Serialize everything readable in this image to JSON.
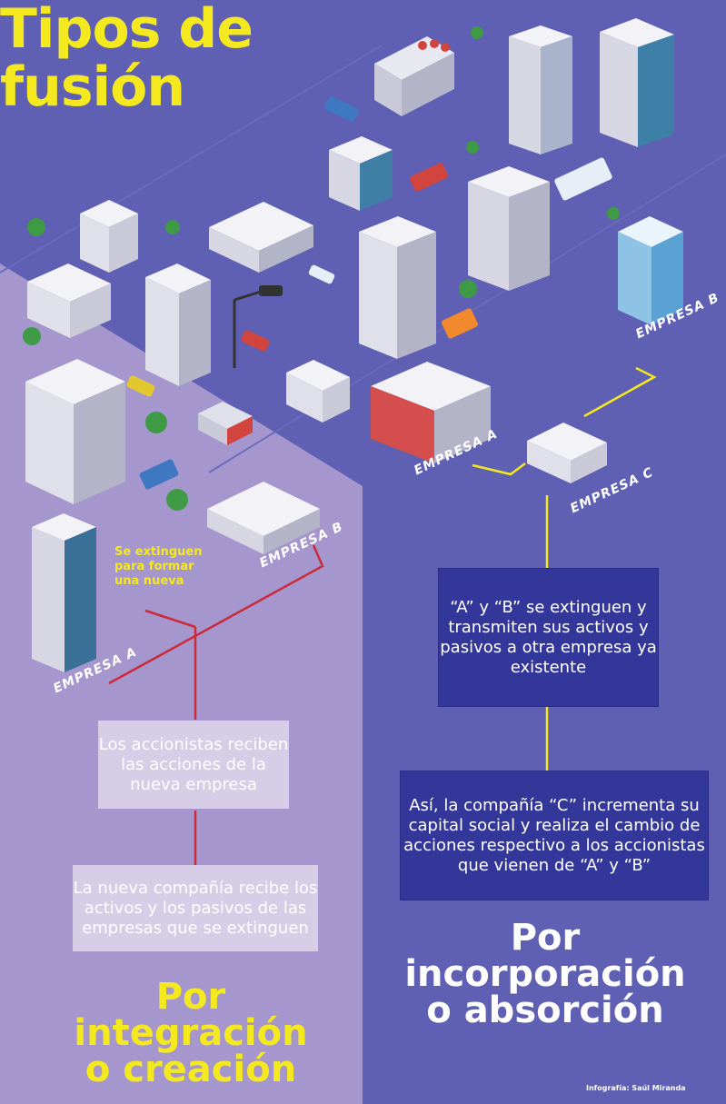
{
  "title": {
    "line1": "Tipos de",
    "line2": "fusión"
  },
  "colors": {
    "background": "#5f5fb3",
    "left_panel": "#a597cd",
    "accent_yellow": "#f4e81f",
    "red_line": "#cc2a3a",
    "dark_box": "#34379a",
    "light_box": "#d6cde6"
  },
  "left": {
    "empresa_a": "EMPRESA A",
    "empresa_b": "EMPRESA B",
    "note": "Se extinguen para formar una nueva",
    "box1": "Los accionistas reciben las acciones de la nueva empresa",
    "box2": "La nueva compañía recibe los activos y los pasivos de las empresas que se extinguen",
    "heading": {
      "line1": "Por",
      "line2": "integración",
      "line3": "o creación"
    }
  },
  "right": {
    "empresa_a": "EMPRESA A",
    "empresa_b": "EMPRESA B",
    "empresa_c": "EMPRESA C",
    "box1": "“A” y “B” se extinguen y transmiten sus activos y pasivos a otra empresa ya existente",
    "box2": "Así, la compañía “C” incrementa su capital social y realiza el cambio de acciones respectivo a los accionistas que vienen de “A” y “B”",
    "heading": {
      "line1": "Por",
      "line2": "incorporación",
      "line3": "o absorción"
    }
  },
  "credit": "Infografía: Saúl Miranda"
}
